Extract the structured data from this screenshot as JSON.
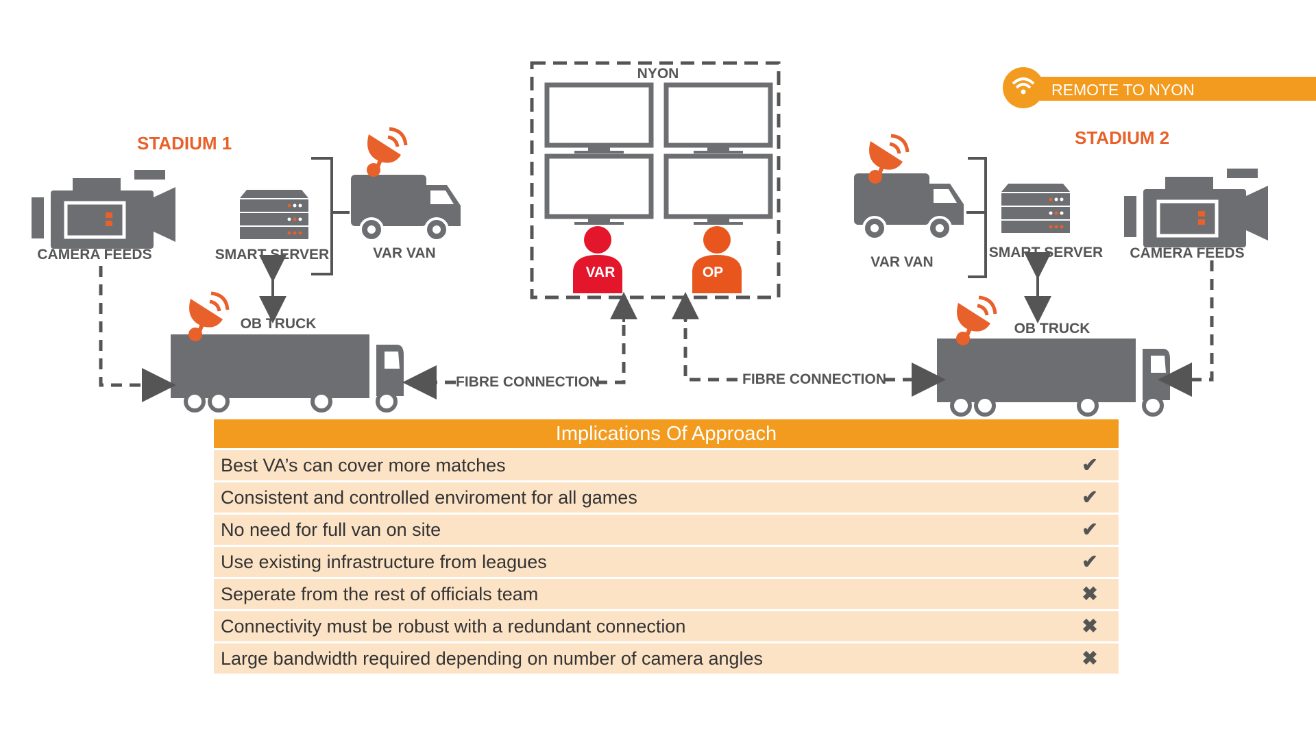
{
  "badge": {
    "label": "REMOTE TO NYON",
    "icon": "wifi-icon",
    "color": "#f39b1f"
  },
  "nyon": {
    "label": "NYON",
    "people": [
      {
        "label": "VAR",
        "color": "#e3162b"
      },
      {
        "label": "OP",
        "color": "#e8561e"
      }
    ]
  },
  "stadium1": {
    "title": "STADIUM 1",
    "camera_label": "CAMERA FEEDS",
    "server_label": "SMART SERVER",
    "van_label": "VAR  VAN",
    "truck_label": "OB TRUCK",
    "fibre_label": "FIBRE CONNECTION"
  },
  "stadium2": {
    "title": "STADIUM 2",
    "camera_label": "CAMERA FEEDS",
    "server_label": "SMART SERVER",
    "van_label": "VAR VAN",
    "truck_label": "OB TRUCK",
    "fibre_label": "FIBRE CONNECTION"
  },
  "colors": {
    "accent": "#e8602a",
    "grey": "#6d6e71",
    "table_header": "#f39b1f",
    "table_row": "#fce3c6"
  },
  "table": {
    "header": "Implications Of Approach",
    "rows": [
      {
        "text": "Best VA’s can cover more matches",
        "mark": "✔",
        "status": "check"
      },
      {
        "text": "Consistent and controlled enviroment for all games",
        "mark": "✔",
        "status": "check"
      },
      {
        "text": "No need for full van on site",
        "mark": "✔",
        "status": "check"
      },
      {
        "text": "Use existing infrastructure from leagues",
        "mark": "✔",
        "status": "check"
      },
      {
        "text": "Seperate from the rest of officials team",
        "mark": "✖",
        "status": "cross"
      },
      {
        "text": "Connectivity must be robust with a redundant connection",
        "mark": "✖",
        "status": "cross"
      },
      {
        "text": "Large bandwidth required depending on number of camera angles",
        "mark": "✖",
        "status": "cross"
      }
    ]
  }
}
